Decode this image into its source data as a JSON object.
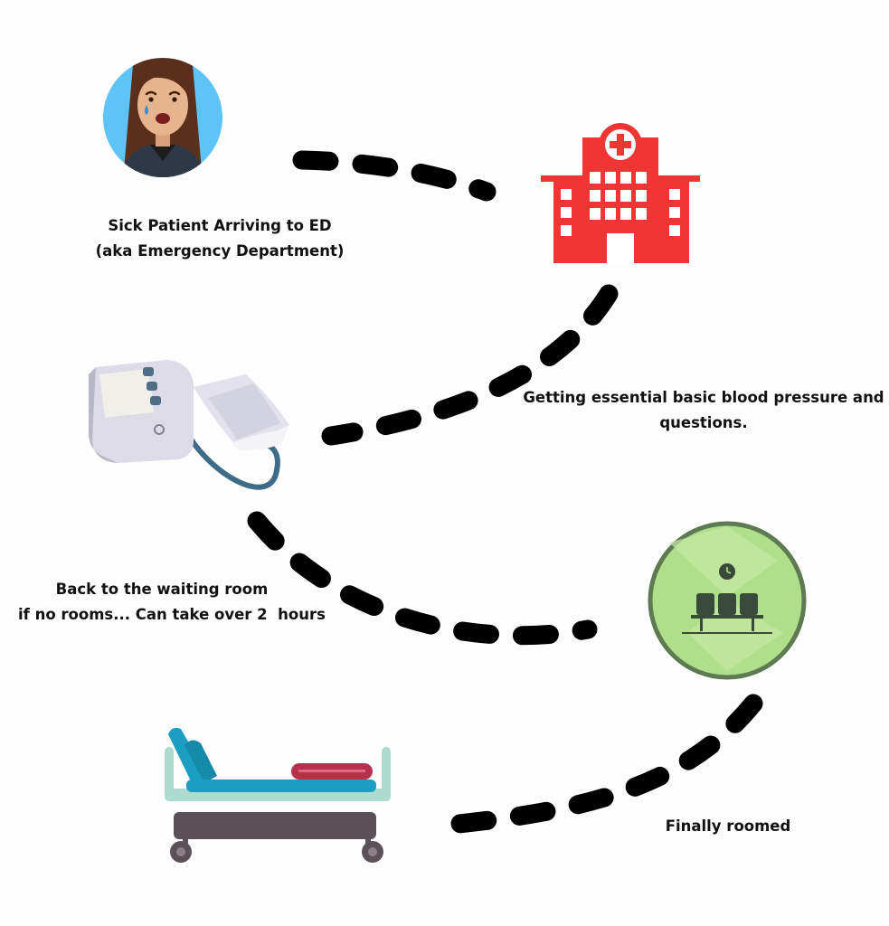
{
  "steps": [
    {
      "icon": "crying-patient-icon",
      "caption_line1": "Sick Patient Arriving to ED",
      "caption_line2": "(aka Emergency Department)"
    },
    {
      "icon": "hospital-building-icon",
      "caption_line1": "",
      "caption_line2": ""
    },
    {
      "icon": "blood-pressure-monitor-icon",
      "caption_line1": "Getting essential basic blood pressure and",
      "caption_line2": "questions."
    },
    {
      "icon": "waiting-room-icon",
      "caption_line1": "Back to the waiting room",
      "caption_line2": "if no rooms... Can take over 2  hours"
    },
    {
      "icon": "hospital-bed-icon",
      "caption_line1": "Finally roomed",
      "caption_line2": ""
    }
  ],
  "colors": {
    "connector": "#000000",
    "hospital": "#f03535",
    "patient_bg": "#5ec3f6",
    "waiting_bg": "#b0df8c",
    "waiting_border": "#5d7a52",
    "bed_frame": "#aedbcf",
    "bed_mattress": "#1b9ec2",
    "bed_pillow": "#b8304d",
    "bed_base": "#5a5258"
  }
}
